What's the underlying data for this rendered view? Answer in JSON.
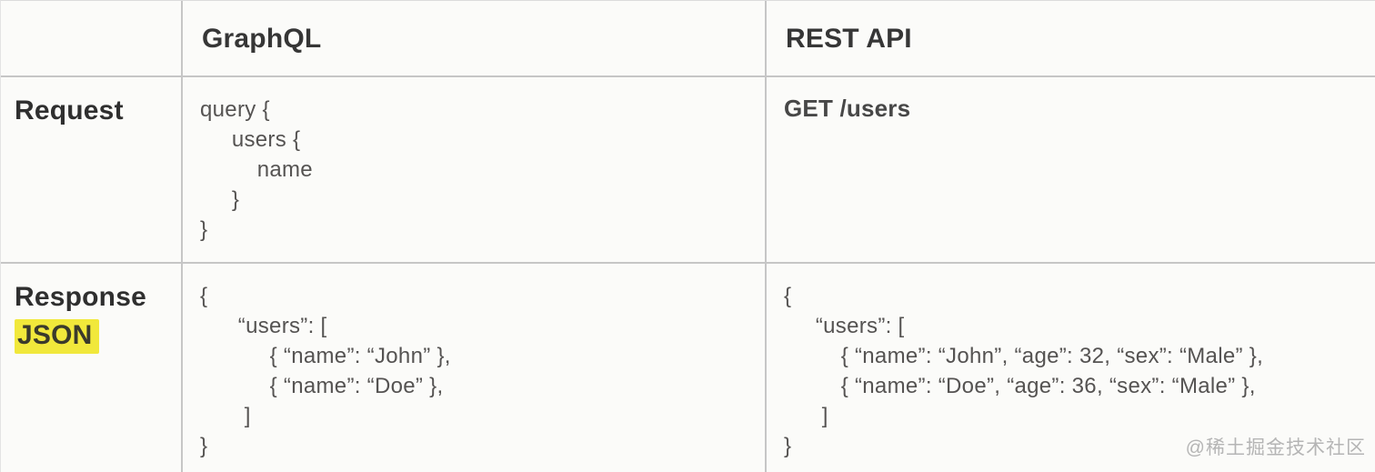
{
  "table": {
    "columns": {
      "graphql": "GraphQL",
      "rest": "REST API"
    },
    "rows": {
      "request": {
        "label": "Request",
        "graphql_code": "query {\n     users {\n         name\n     }\n}",
        "rest_code": "GET /users"
      },
      "response": {
        "label_line1": "Response",
        "label_line2": "JSON",
        "graphql_code": "{\n      “users”: [\n           { “name”: “John” },\n           { “name”: “Doe” },\n       ]\n}",
        "rest_code": "{\n     “users”: [\n         { “name”: “John”, “age”: 32, “sex”: “Male” },\n         { “name”: “Doe”, “age”: 36, “sex”: “Male” },\n      ]\n}"
      }
    }
  },
  "watermark": "@稀土掘金技术社区",
  "colors": {
    "highlight_yellow": "#f1e83b",
    "table_rule_gray": "#c6c6c6",
    "heading_text": "#363636",
    "code_text": "#555352",
    "watermark_gray": "#b5b5b5",
    "background": "#fbfbf9"
  }
}
